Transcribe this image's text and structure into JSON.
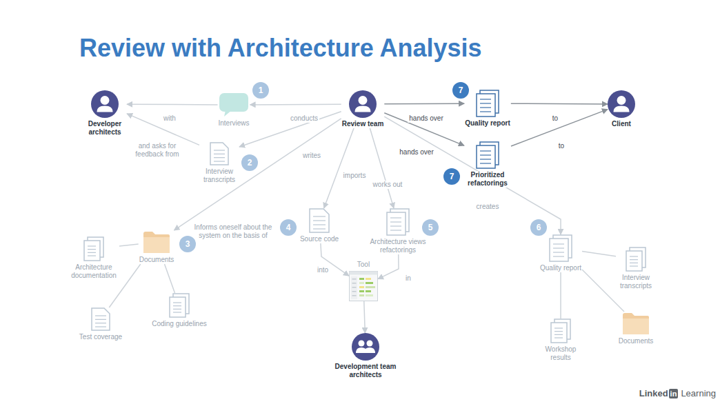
{
  "diagram": {
    "title": "Review with Architecture Analysis",
    "nodes": [
      {
        "text": [
          "Developer architects"
        ]
      },
      {
        "text": [
          "Interviews"
        ]
      },
      {
        "text": [
          "Review team"
        ]
      },
      {
        "text": [
          "Quality report"
        ]
      },
      {
        "text": [
          "Client"
        ]
      },
      {
        "text": [
          "Interview transcripts"
        ]
      },
      {
        "text": [
          "Prioritized refactorings"
        ]
      },
      {
        "text": [
          "Documents"
        ]
      },
      {
        "text": [
          "Source code"
        ]
      },
      {
        "text": [
          "Architecture views refactorings"
        ]
      },
      {
        "text": [
          "Quality report"
        ]
      },
      {
        "text": [
          "Architecture documentation"
        ]
      },
      {
        "text": [
          "Tool"
        ]
      },
      {
        "text": [
          "Interview transcripts"
        ]
      },
      {
        "text": [
          "Coding guidelines"
        ]
      },
      {
        "text": [
          "Test coverage"
        ]
      },
      {
        "text": [
          "Workshop results"
        ]
      },
      {
        "text": [
          "Documents"
        ]
      },
      {
        "text": [
          "Development team architects"
        ]
      }
    ],
    "edges": [
      {
        "from": 2,
        "to": 1,
        "label": "conducts",
        "arrow": "to"
      },
      {
        "from": 1,
        "to": 0,
        "label": "with",
        "arrow": "to"
      },
      {
        "from": 2,
        "to": 5,
        "label": "writes",
        "arrow": "to"
      },
      {
        "from": 5,
        "to": 0,
        "label": "and asks for feedback from",
        "arrow": "to"
      },
      {
        "from": 2,
        "to": 3,
        "label": "hands over",
        "arrow": "to"
      },
      {
        "from": 3,
        "to": 4,
        "label": "to",
        "arrow": "to"
      },
      {
        "from": 2,
        "to": 6,
        "label": "hands over",
        "arrow": "to"
      },
      {
        "from": 6,
        "to": 4,
        "label": "to",
        "arrow": "to"
      },
      {
        "from": 2,
        "to": 7,
        "label": "Informs oneself about the system on the basis of",
        "arrow": "to"
      },
      {
        "from": 2,
        "to": 8,
        "label": "imports",
        "arrow": "to"
      },
      {
        "from": 2,
        "to": 9,
        "label": "works out",
        "arrow": "to"
      },
      {
        "from": 2,
        "to": 10,
        "label": "creates",
        "arrow": "to"
      },
      {
        "from": 8,
        "to": 12,
        "label": "into",
        "arrow": "to"
      },
      {
        "from": 9,
        "to": 12,
        "label": "in",
        "arrow": "to"
      },
      {
        "from": 12,
        "to": 18,
        "arrow": "to"
      },
      {
        "from": 7,
        "to": 11,
        "arrow": "none"
      },
      {
        "from": 7,
        "to": 15,
        "arrow": "none"
      },
      {
        "from": 7,
        "to": 14,
        "arrow": "none"
      },
      {
        "from": 10,
        "to": 13,
        "arrow": "none"
      },
      {
        "from": 10,
        "to": 16,
        "arrow": "none"
      },
      {
        "from": 10,
        "to": 17,
        "arrow": "none"
      }
    ],
    "labels": [
      "1",
      "2",
      "3",
      "4",
      "5",
      "6",
      "7",
      "7",
      "Linked",
      "in",
      "Learning"
    ]
  }
}
